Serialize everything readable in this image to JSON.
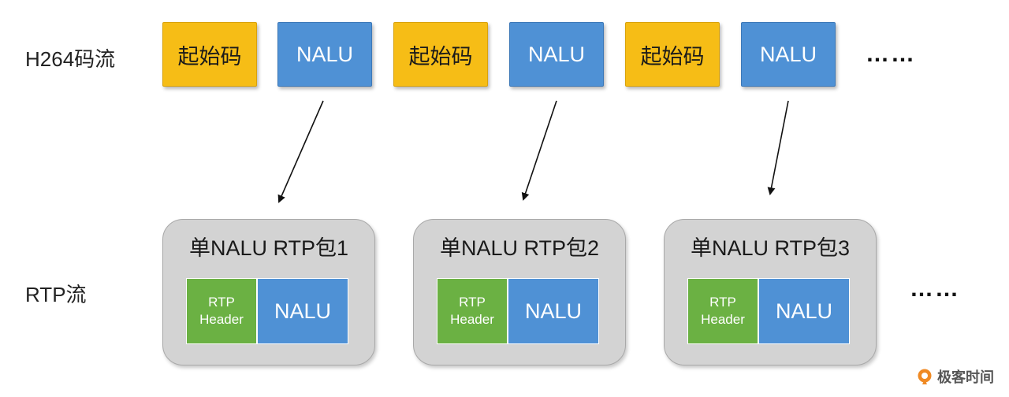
{
  "labels": {
    "h264_stream": "H264码流",
    "rtp_stream": "RTP流"
  },
  "stream_boxes": [
    {
      "text": "起始码",
      "kind": "start"
    },
    {
      "text": "NALU",
      "kind": "nalu"
    },
    {
      "text": "起始码",
      "kind": "start"
    },
    {
      "text": "NALU",
      "kind": "nalu"
    },
    {
      "text": "起始码",
      "kind": "start"
    },
    {
      "text": "NALU",
      "kind": "nalu"
    }
  ],
  "ellipsis": "……",
  "packets": [
    {
      "title": "单NALU RTP包1",
      "header_line1": "RTP",
      "header_line2": "Header",
      "payload": "NALU"
    },
    {
      "title": "单NALU RTP包2",
      "header_line1": "RTP",
      "header_line2": "Header",
      "payload": "NALU"
    },
    {
      "title": "单NALU RTP包3",
      "header_line1": "RTP",
      "header_line2": "Header",
      "payload": "NALU"
    }
  ],
  "logo": {
    "text": "极客时间",
    "icon": "geektime-logo-icon"
  },
  "colors": {
    "start_code": "#f6bd16",
    "nalu": "#4f91d5",
    "rtp_header": "#6bb143",
    "packet_bg": "#d3d3d3"
  }
}
